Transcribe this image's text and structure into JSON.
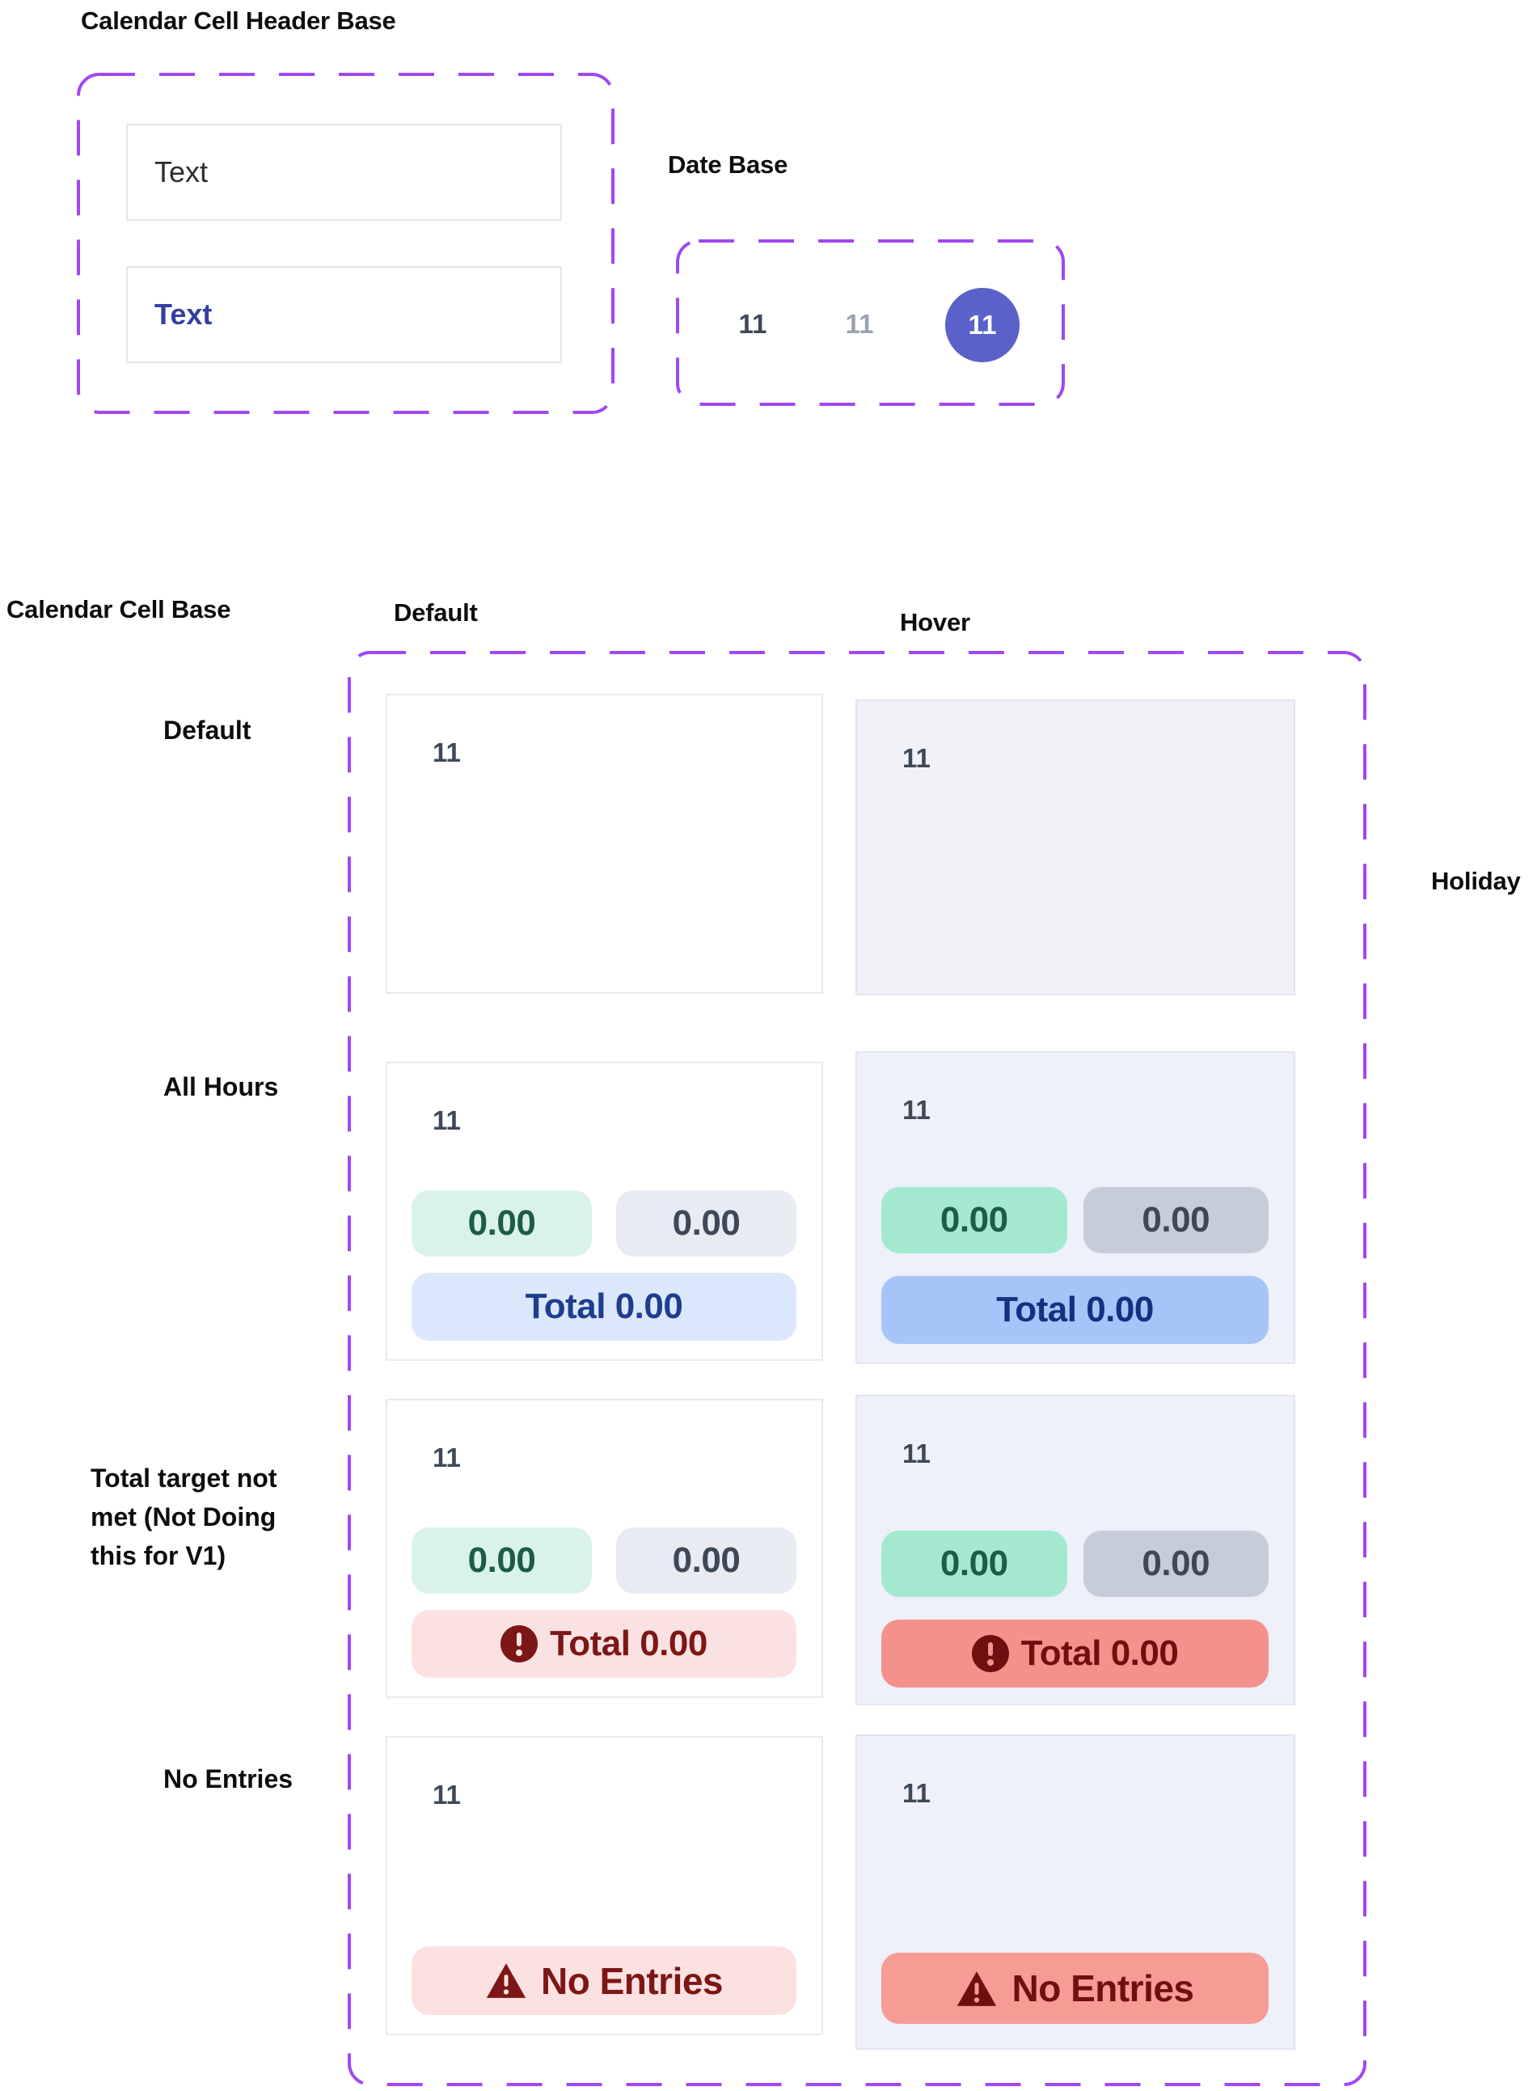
{
  "header_base": {
    "title": "Calendar Cell Header Base",
    "items": [
      {
        "label": "Text",
        "variant": "default"
      },
      {
        "label": "Text",
        "variant": "active"
      }
    ]
  },
  "date_base": {
    "title": "Date Base",
    "dates": [
      {
        "value": "11",
        "variant": "default"
      },
      {
        "value": "11",
        "variant": "muted"
      },
      {
        "value": "11",
        "variant": "selected"
      }
    ]
  },
  "calendar_cell_base": {
    "title": "Calendar Cell Base",
    "columns": {
      "default": "Default",
      "hover": "Hover"
    },
    "side_label": "Holiday",
    "rows": [
      {
        "label": "Default",
        "date": "11"
      },
      {
        "label": "All Hours",
        "date": "11",
        "tracked": "0.00",
        "untracked": "0.00",
        "total": "Total 0.00"
      },
      {
        "label_lines": [
          "Total target not",
          "met (Not Doing",
          "this for V1)"
        ],
        "date": "11",
        "tracked": "0.00",
        "untracked": "0.00",
        "total": "Total 0.00"
      },
      {
        "label": "No Entries",
        "date": "11",
        "warning": "No Entries"
      }
    ]
  },
  "colors": {
    "dashed_frame": "#a048f2",
    "selected_date_circle": "#5a61c8",
    "active_text": "#3340a1",
    "date_text": "#3e4857",
    "muted_date_text": "#9ba3b0",
    "hover_cell_bg": "#eef0fa",
    "pill_green": "#d9f3ea",
    "pill_green_hover": "#a3e9d0",
    "pill_gray": "#e8ebf2",
    "pill_gray_hover": "#c7ccd9",
    "pill_blue": "#dbe8fc",
    "pill_blue_hover": "#a5c4f8",
    "pill_pink": "#fbe2e2",
    "pill_red_hover": "#f5918b",
    "danger_text": "#7d1616"
  }
}
